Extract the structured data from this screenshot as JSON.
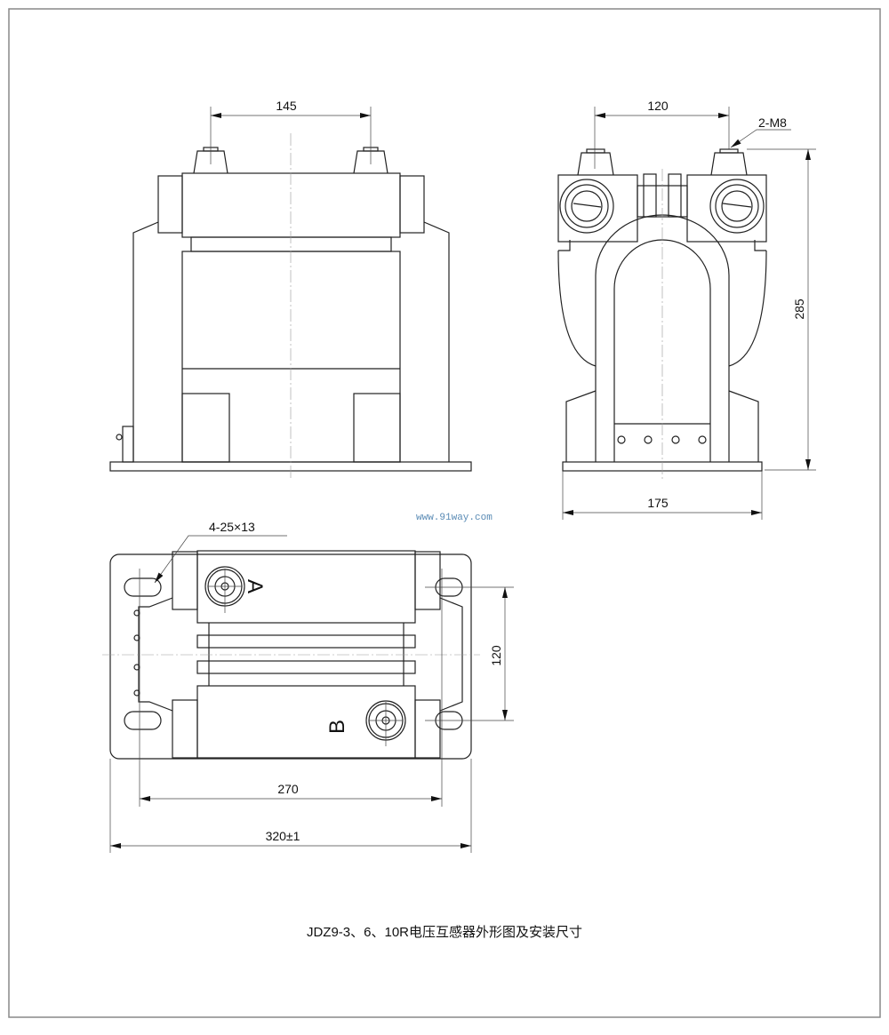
{
  "title": "JDZ9-3、6、10R电压互感器外形图及安装尺寸",
  "watermark": "www.91way.com",
  "front_view": {
    "dim_terminal_spacing": "145"
  },
  "side_view": {
    "dim_terminal_spacing": "120",
    "thread_note": "2-M8",
    "dim_height": "285",
    "dim_base_width": "175"
  },
  "bottom_view": {
    "slot_note": "4-25×13",
    "terminal_a": "A",
    "terminal_b": "B",
    "dim_mount_spacing": "120",
    "dim_hole_spacing": "270",
    "dim_overall_length": "320±1"
  }
}
